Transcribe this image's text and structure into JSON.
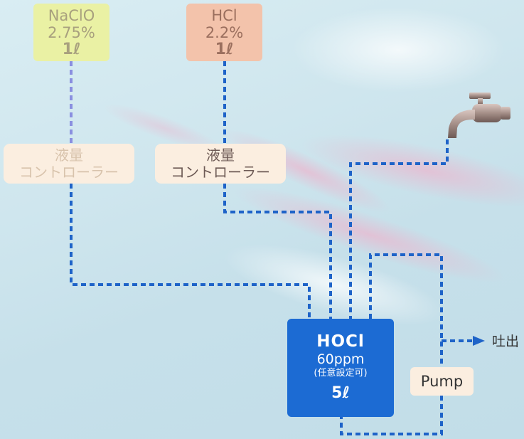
{
  "sources": [
    {
      "chemical": "NaClO",
      "concentration": "2.75%",
      "volume": "1ℓ"
    },
    {
      "chemical": "HCl",
      "concentration": "2.2%",
      "volume": "1ℓ"
    }
  ],
  "controllers": [
    {
      "line1": "液量",
      "line2": "コントローラー"
    },
    {
      "line1": "液量",
      "line2": "コントローラー"
    }
  ],
  "tank": {
    "name": "HOCl",
    "concentration": "60ppm",
    "note": "(任意設定可)",
    "volume": "5ℓ"
  },
  "pump": {
    "label": "Pump"
  },
  "outlet": {
    "label": "吐出"
  },
  "colors": {
    "pipe_blue": "#1e63c8",
    "pipe_purple": "#8a8fe0",
    "tank_blue": "#1c6bd3",
    "naclo_box": "#eaf1a4",
    "hcl_box": "#f3c3ab",
    "label_box": "#fbeee0"
  },
  "icons": [
    "faucet-icon",
    "arrow-right-icon"
  ]
}
